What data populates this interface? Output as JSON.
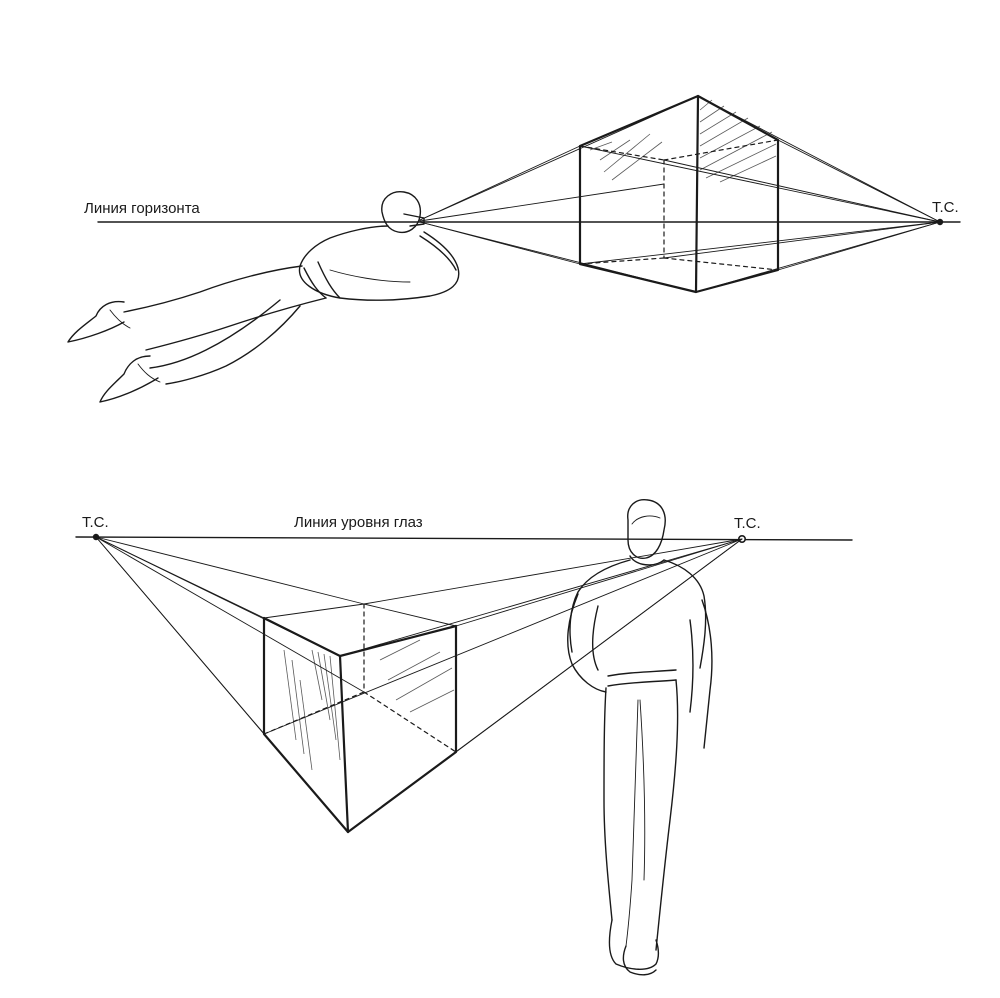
{
  "top_scene": {
    "horizon_label": "Линия горизонта",
    "vanishing_point_label": "Т.С."
  },
  "bottom_scene": {
    "eye_level_label": "Линия уровня глаз",
    "left_vanishing_point_label": "Т.С.",
    "right_vanishing_point_label": "Т.С."
  },
  "colors": {
    "ink": "#1a1a1a",
    "paper": "#ffffff"
  }
}
